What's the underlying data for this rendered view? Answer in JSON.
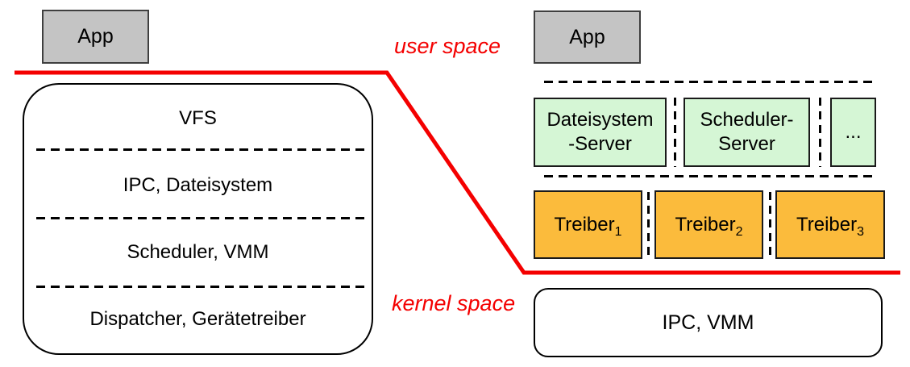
{
  "labels": {
    "user_space": "user space",
    "kernel_space": "kernel space"
  },
  "monolithic": {
    "app": "App",
    "kernel_layers": [
      "VFS",
      "IPC, Dateisystem",
      "Scheduler, VMM",
      "Dispatcher, Gerätetreiber"
    ]
  },
  "microkernel": {
    "app": "App",
    "servers": [
      "Dateisystem\n-Server",
      "Scheduler-\nServer",
      "..."
    ],
    "drivers": [
      {
        "base": "Treiber",
        "sub": "1"
      },
      {
        "base": "Treiber",
        "sub": "2"
      },
      {
        "base": "Treiber",
        "sub": "3"
      }
    ],
    "kernel": "IPC, VMM"
  },
  "colors": {
    "app_fill": "#c4c4c4",
    "server_fill": "#d5f6d5",
    "driver_fill": "#fbbb3c",
    "boundary_red": "#f40000",
    "line_black": "#000000"
  }
}
